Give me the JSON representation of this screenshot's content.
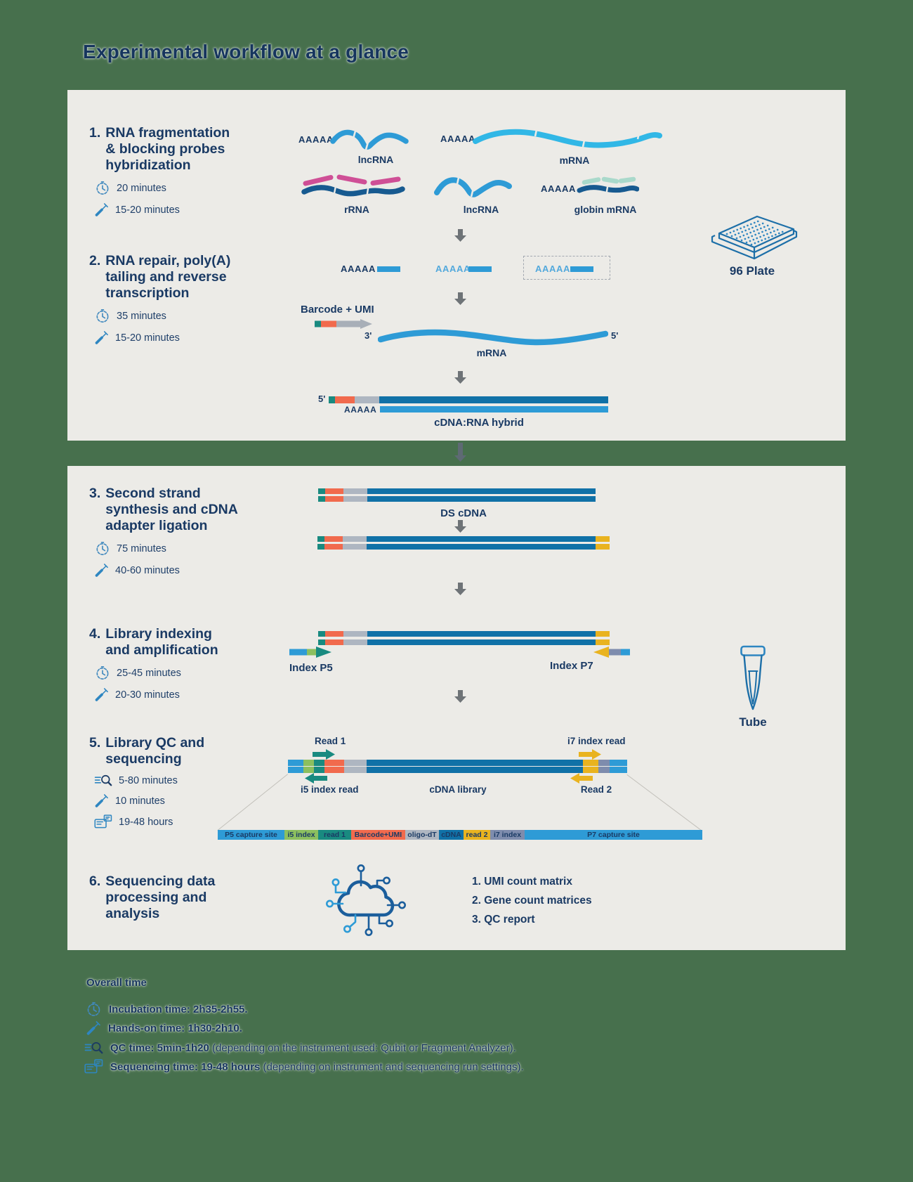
{
  "page": {
    "title": "Experimental workflow at a glance"
  },
  "colors": {
    "background_green": "#47704D",
    "panel_gray": "#ECEBE7",
    "navy": "#1A3A64",
    "blue": "#2E9BD6",
    "light_cyan": "#31B7E6",
    "dark_blue": "#1071A7",
    "deep_wave_blue": "#175A90",
    "pink": "#CF4F96",
    "pale_teal": "#A9D9CB",
    "teal": "#198A80",
    "green": "#8CBF5F",
    "orange": "#F16A4D",
    "segment_gray": "#AEB6C1",
    "yellow": "#E9B31F",
    "slate": "#7E8CAD",
    "arrow_gray": "#6E7377"
  },
  "steps": [
    {
      "num": "1.",
      "title": "RNA fragmentation\n& blocking probes\nhybridization",
      "times": [
        {
          "icon": "clock-icon",
          "label": "20 minutes"
        },
        {
          "icon": "pipette-icon",
          "label": "15-20 minutes"
        }
      ]
    },
    {
      "num": "2.",
      "title": "RNA repair, poly(A)\ntailing and reverse\ntranscription",
      "times": [
        {
          "icon": "clock-icon",
          "label": "35 minutes"
        },
        {
          "icon": "pipette-icon",
          "label": "15-20 minutes"
        }
      ]
    },
    {
      "num": "3.",
      "title": "Second strand\nsynthesis and cDNA\nadapter ligation",
      "times": [
        {
          "icon": "clock-icon",
          "label": "75 minutes"
        },
        {
          "icon": "pipette-icon",
          "label": "40-60 minutes"
        }
      ]
    },
    {
      "num": "4.",
      "title": "Library indexing\nand amplification",
      "times": [
        {
          "icon": "clock-icon",
          "label": "25-45 minutes"
        },
        {
          "icon": "pipette-icon",
          "label": "20-30 minutes"
        }
      ]
    },
    {
      "num": "5.",
      "title": "Library QC and\nsequencing",
      "times": [
        {
          "icon": "qc-time-icon",
          "label": "5-80 minutes"
        },
        {
          "icon": "pipette-icon",
          "label": "10 minutes"
        },
        {
          "icon": "sequencer-icon",
          "label": "19-48 hours"
        }
      ]
    },
    {
      "num": "6.",
      "title": "Sequencing data\nprocessing and\nanalysis",
      "times": []
    }
  ],
  "diagram1": {
    "row1": [
      {
        "poly": "AAAAA",
        "label": "lncRNA"
      },
      {
        "poly": "AAAAA",
        "label": "mRNA"
      }
    ],
    "row2": [
      {
        "label": "rRNA"
      },
      {
        "label": "lncRNA"
      },
      {
        "poly": "AAAAA",
        "label": "globin mRNA"
      }
    ],
    "fragments_poly": "AAAAA",
    "barcode_umi_label": "Barcode + UMI",
    "mrna_three_prime": "3'",
    "mrna_five_prime": "5'",
    "mrna_label": "mRNA",
    "hybrid_five_prime": "5'",
    "hybrid_poly": "AAAAA",
    "hybrid_label": "cDNA:RNA hybrid",
    "plate_label": "96 Plate"
  },
  "diagram2": {
    "ds_cdna": "DS cDNA",
    "index_p5": "Index P5",
    "index_p7": "Index P7",
    "tube_label": "Tube",
    "read1": "Read 1",
    "i7_index_read": "i7 index read",
    "i5_index_read": "i5 index read",
    "cdna_library": "cDNA library",
    "read2": "Read 2"
  },
  "read_bar": {
    "segments": [
      {
        "label": "P5 capture site",
        "color": "#2E9BD6"
      },
      {
        "label": "i5 index",
        "color": "#8CBF5F"
      },
      {
        "label": "read 1",
        "color": "#198A80"
      },
      {
        "label": "Barcode+UMI",
        "color": "#F16A4D"
      },
      {
        "label": "oligo-dT",
        "color": "#AEB6C1"
      },
      {
        "label": "cDNA",
        "color": "#1071A7"
      },
      {
        "label": "read 2",
        "color": "#E9B31F"
      },
      {
        "label": "i7 index",
        "color": "#7E8CAD"
      },
      {
        "label": "P7 capture site",
        "color": "#2E9BD6"
      }
    ]
  },
  "outputs": [
    {
      "text": "1. UMI count matrix"
    },
    {
      "text": "2. Gene count matrices"
    },
    {
      "text": "3. QC report"
    }
  ],
  "overall": {
    "heading": "Overall time",
    "items": [
      {
        "icon": "clock-icon",
        "bold": "Incubation time: 2h35-2h55.",
        "rest": ""
      },
      {
        "icon": "pipette-icon",
        "bold": "Hands-on time: 1h30-2h10.",
        "rest": ""
      },
      {
        "icon": "qc-time-icon",
        "bold": "QC time: 5min-1h20",
        "rest": " (depending on the instrument used: Qubit or Fragment Analyzer)."
      },
      {
        "icon": "sequencer-icon",
        "bold": "Sequencing time: 19-48 hours",
        "rest": " (depending on instrument and sequencing run settings)."
      }
    ]
  }
}
